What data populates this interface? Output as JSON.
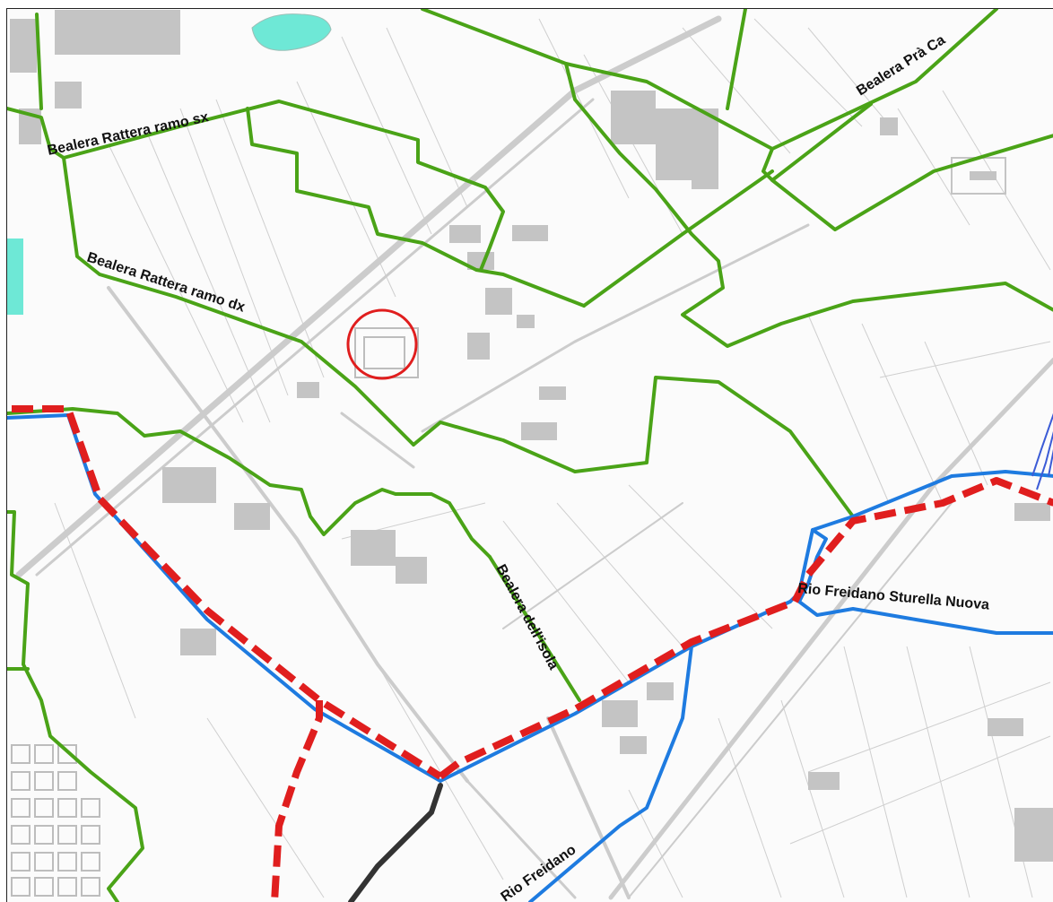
{
  "map": {
    "labels": {
      "rattera_sx": "Bealera Rattera ramo sx",
      "rattera_dx": "Bealera Rattera ramo dx",
      "pra_ca": "Bealera Prà Ca",
      "isola": "Bealera dell'isola",
      "freidano_sturella": "Rio Freidano Sturella Nuova",
      "freidano": "Rio Freidano"
    },
    "colors": {
      "green_channel": "#4aa317",
      "blue_stream": "#1e7be0",
      "red_boundary": "#e01e1e",
      "black_road": "#333333",
      "water_body": "#6ee8d6",
      "building": "#c4c4c4",
      "road": "#cfcfcf",
      "marker": "#e01e1e"
    }
  }
}
